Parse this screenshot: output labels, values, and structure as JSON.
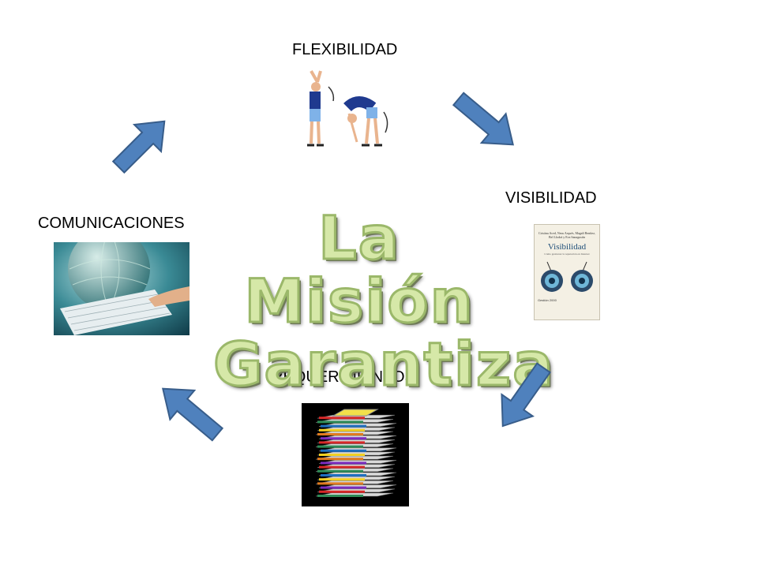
{
  "title": {
    "line1": "La Misión",
    "line2": "Garantiza"
  },
  "nodes": {
    "flexibilidad": "FLEXIBILIDAD",
    "visibilidad": "VISIBILIDAD",
    "requerimientos": "REQUERIMIENTOS",
    "comunicaciones": "COMUNICACIONES"
  },
  "book": {
    "authors": "Cristina Aced, Neus Arqués, Magalí Benítez, Bel Llodrá y Eva Sanagustín",
    "title": "Visibilidad",
    "subtitle": "Cómo gestionar la reputación en Internet",
    "publisher": "Gestión 2000"
  },
  "colors": {
    "arrow": "#4f81bd",
    "arrow_border": "#385d8a",
    "title_fill": "#d6e8a8",
    "title_stroke": "#9bb86a"
  }
}
